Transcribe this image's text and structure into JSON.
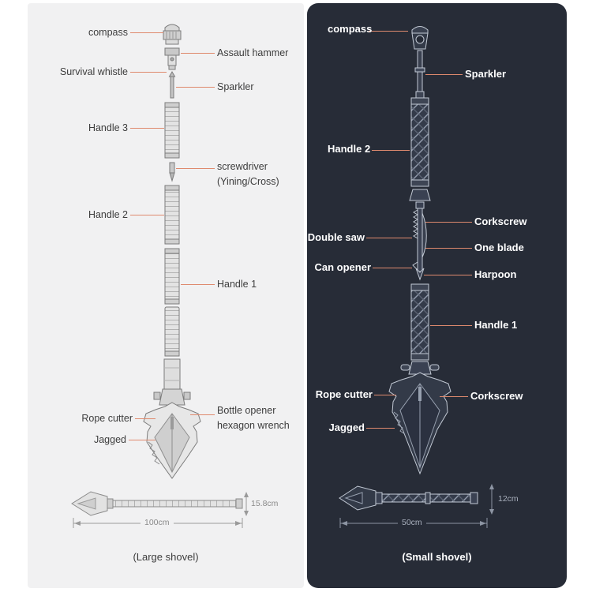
{
  "colors": {
    "left_panel_bg": "#f1f1f2",
    "right_panel_bg": "#272c37",
    "leader_line": "#df8a6e",
    "left_text": "#3d3d3d",
    "right_text": "#ffffff"
  },
  "panels": {
    "large": {
      "caption": "(Large shovel)",
      "dims": {
        "height": "15.8cm",
        "length": "100cm"
      },
      "labels": {
        "compass": "compass",
        "assault_hammer": "Assault hammer",
        "survival_whistle": "Survival whistle",
        "sparkler": "Sparkler",
        "handle3": "Handle 3",
        "screwdriver_line1": "screwdriver",
        "screwdriver_line2": "(Yining/Cross)",
        "handle2": "Handle 2",
        "handle1": "Handle 1",
        "rope_cutter": "Rope cutter",
        "bottle_opener_line1": "Bottle opener",
        "bottle_opener_line2": "hexagon wrench",
        "jagged": "Jagged"
      }
    },
    "small": {
      "caption": "(Small shovel)",
      "dims": {
        "height": "12cm",
        "length": "50cm"
      },
      "labels": {
        "compass": "compass",
        "sparkler": "Sparkler",
        "handle2": "Handle 2",
        "corkscrew_top": "Corkscrew",
        "double_saw": "Double saw",
        "one_blade": "One blade",
        "can_opener": "Can opener",
        "harpoon": "Harpoon",
        "handle1": "Handle 1",
        "rope_cutter": "Rope cutter",
        "corkscrew_bottom": "Corkscrew",
        "jagged": "Jagged"
      }
    }
  }
}
